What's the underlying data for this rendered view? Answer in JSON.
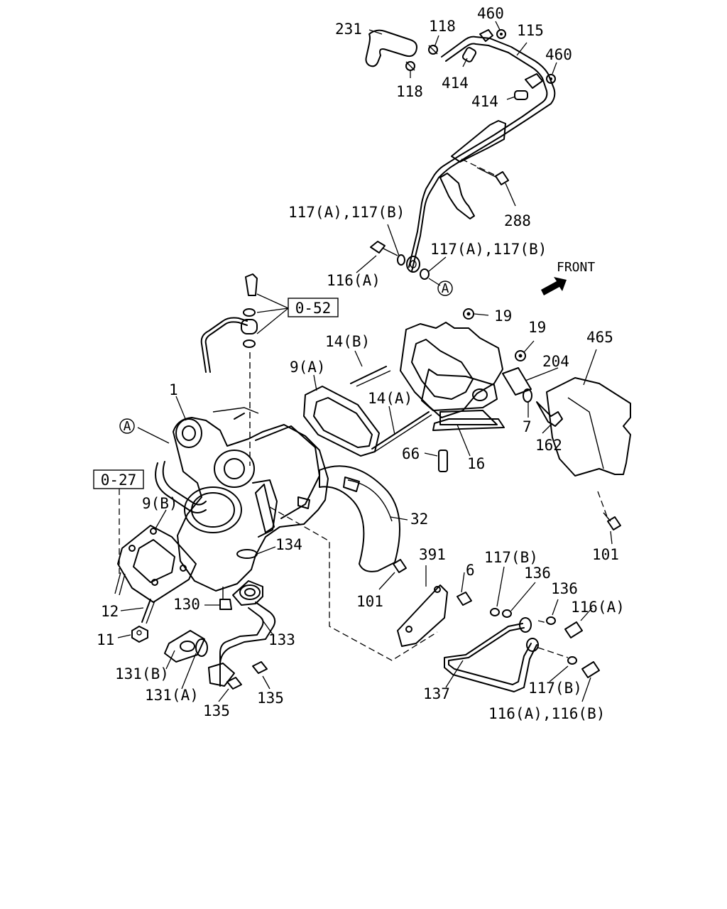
{
  "labels": {
    "l231": "231",
    "l118a": "118",
    "l118b": "118",
    "l460a": "460",
    "l115": "115",
    "l460b": "460",
    "l414a": "414",
    "l414b": "414",
    "l288": "288",
    "l117ab_top": "117(A),117(B)",
    "l117ab_mid": "117(A),117(B)",
    "l116a_top": "116(A)",
    "ref_a_top": "A",
    "ref_052": "0-52",
    "front": "FRONT",
    "l19a": "19",
    "l19b": "19",
    "l14b": "14(B)",
    "l9a": "9(A)",
    "l204": "204",
    "l465": "465",
    "l14a": "14(A)",
    "l7": "7",
    "l162": "162",
    "l66": "66",
    "l16": "16",
    "l1": "1",
    "ref_a_left": "A",
    "ref_027": "0-27",
    "l9b": "9(B)",
    "l32": "32",
    "l134": "134",
    "l391": "391",
    "l117b_a": "117(B)",
    "l6": "6",
    "l136a": "136",
    "l136b": "136",
    "l116a_r": "116(A)",
    "l101a": "101",
    "l101b": "101",
    "l130": "130",
    "l12": "12",
    "l11": "11",
    "l133": "133",
    "l131b": "131(B)",
    "l131a": "131(A)",
    "l135a": "135",
    "l135b": "135",
    "l137": "137",
    "l117b_b": "117(B)",
    "l116ab": "116(A),116(B)"
  }
}
